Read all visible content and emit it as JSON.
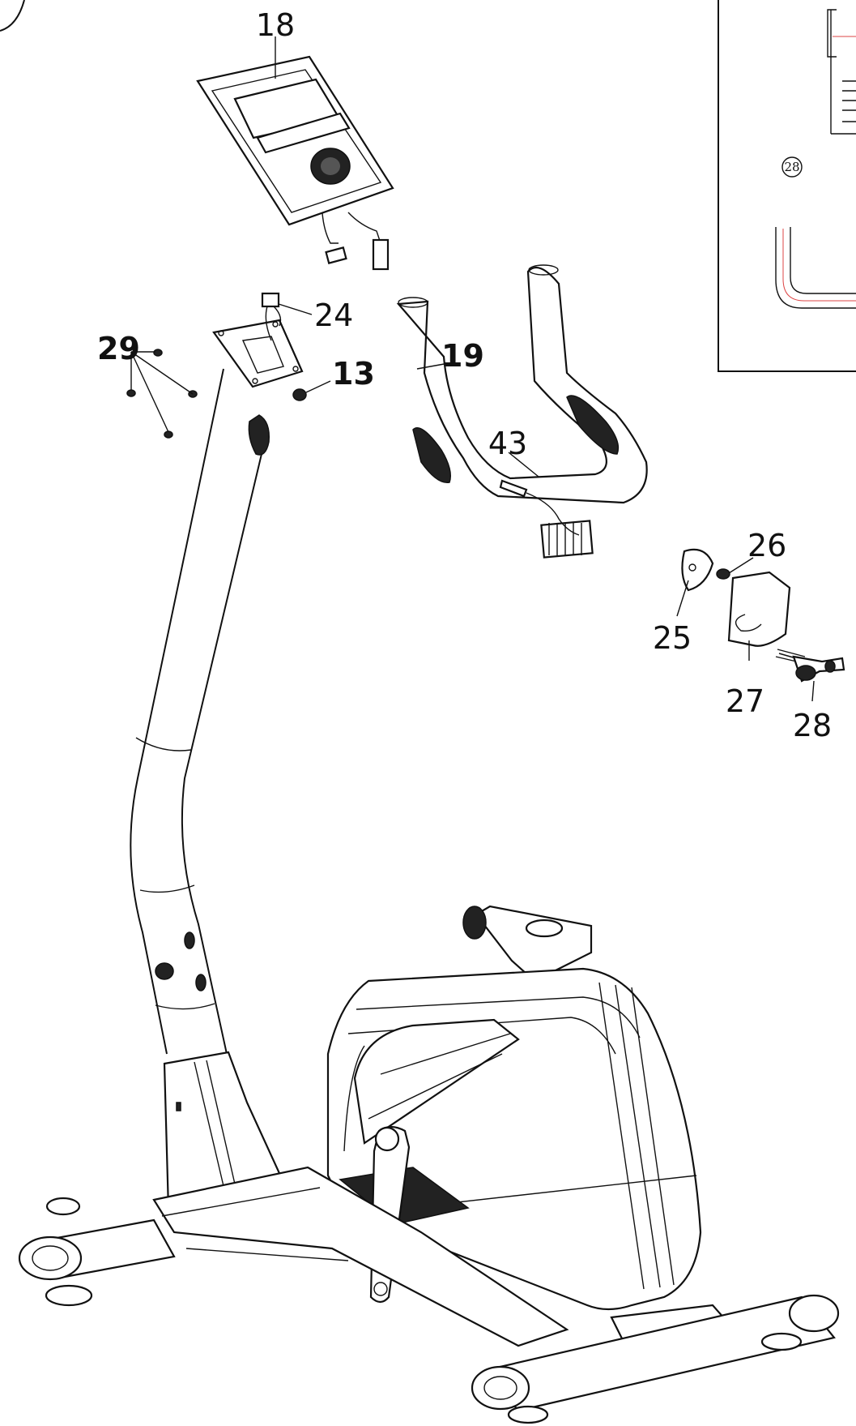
{
  "callouts": {
    "p18": "18",
    "p24": "24",
    "p13": "13",
    "p29": "29",
    "p19": "19",
    "p43": "43",
    "p26": "26",
    "p25": "25",
    "p27": "27",
    "p28": "28"
  },
  "inset": {
    "callout": "28"
  }
}
